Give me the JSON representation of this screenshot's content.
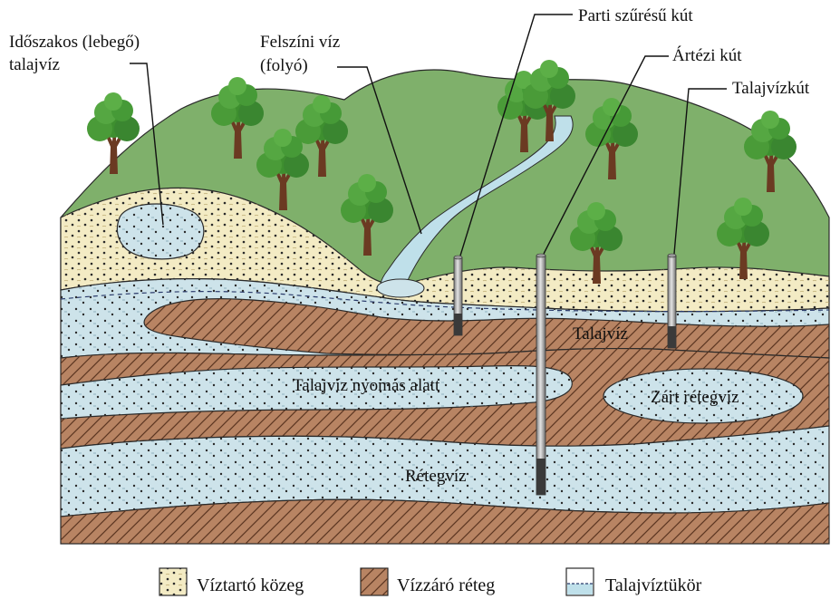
{
  "callouts": {
    "perched_water": [
      "Időszakos (lebegő)",
      "talajvíz"
    ],
    "surface_water": [
      "Felszíni víz",
      "(folyó)"
    ],
    "bank_filtered_well": "Parti szűrésű kút",
    "artesian_well": "Ártézi kút",
    "groundwater_well": "Talajvízkút"
  },
  "layer_labels": {
    "groundwater": "Talajvíz",
    "pressurized_groundwater": "Talajvíz nyomás alatt",
    "confined_water": "Zárt rétegvíz",
    "stratum_water": "Rétegvíz"
  },
  "legend": [
    {
      "label": "Víztartó közeg",
      "swatch": "aquifer"
    },
    {
      "label": "Vízzáró réteg",
      "swatch": "aquitard"
    },
    {
      "label": "Talajvíztükör",
      "swatch": "water-table"
    }
  ],
  "colors": {
    "aquifer": "#f3ebc4",
    "water": "#cde3ea",
    "aquitard": "#b88463",
    "hill": "#7fb06b",
    "river": "#bfe0ea",
    "foliage": "#3e8f2f",
    "trunk": "#6b3a22"
  }
}
